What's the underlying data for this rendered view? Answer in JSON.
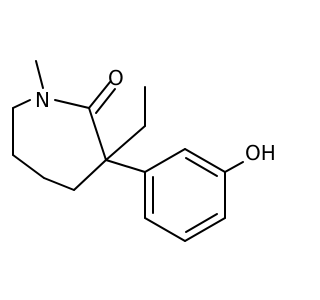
{
  "molecule": {
    "atoms": {
      "nitrogen": "N",
      "carbonyl_oxygen": "O",
      "hydroxyl": "OH"
    },
    "colors": {
      "background": "#ffffff",
      "bond": "#000000",
      "label": "#000000"
    }
  }
}
